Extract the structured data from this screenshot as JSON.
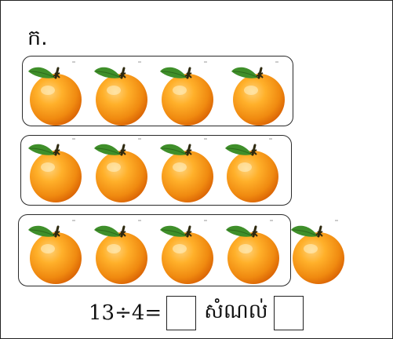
{
  "exercise": {
    "label": "ក.",
    "groups": [
      {
        "count": 4
      },
      {
        "count": 4
      },
      {
        "count": 4
      }
    ],
    "leftover": {
      "count": 1
    },
    "icon": "orange-fruit",
    "colors": {
      "orange_light": "#ffb733",
      "orange_dark": "#e86a05",
      "leaf": "#3f8f2a",
      "stem": "#2f2a10"
    }
  },
  "equation": {
    "expression": "13÷4=",
    "remainder_word": "សំណល់"
  }
}
